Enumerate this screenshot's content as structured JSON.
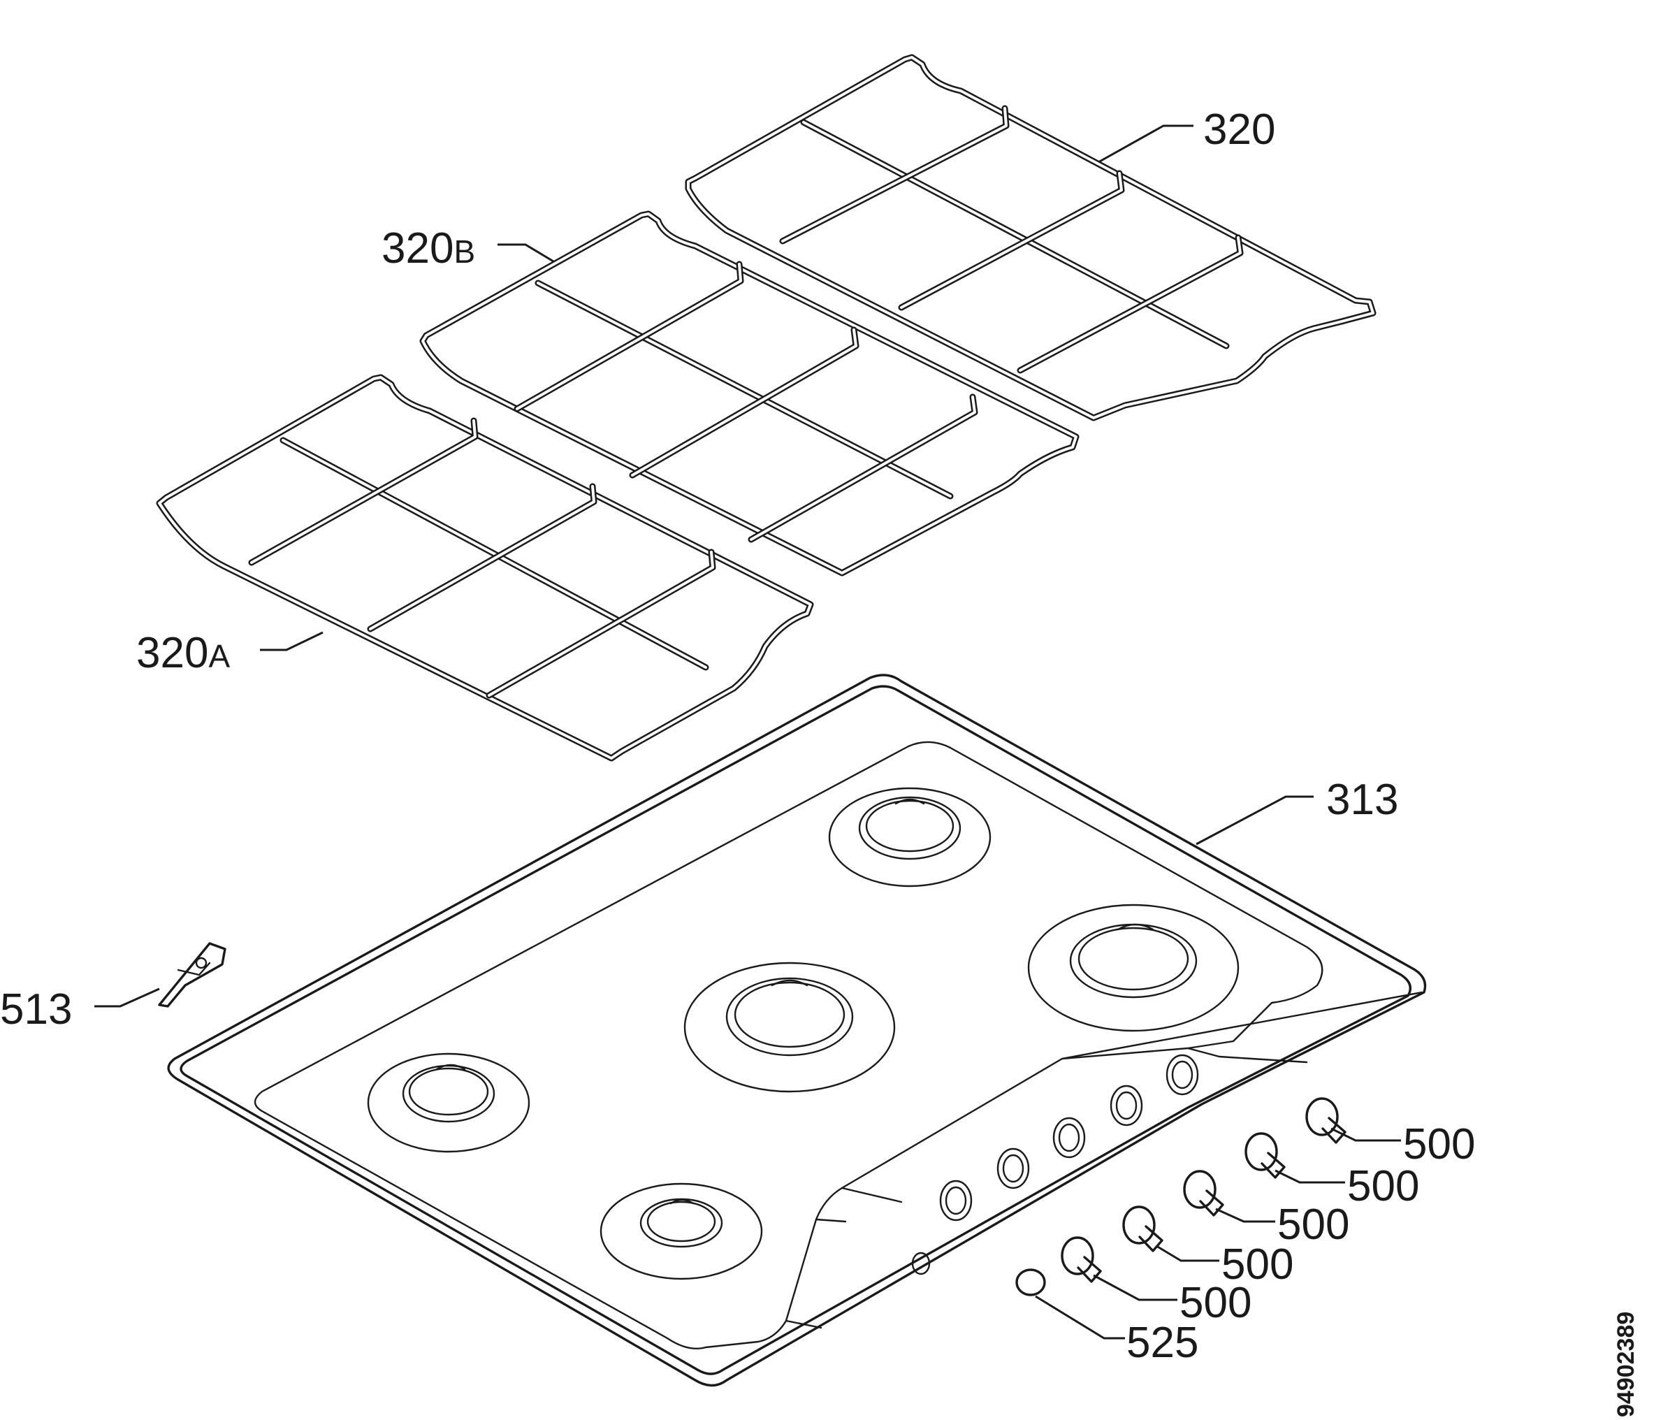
{
  "labels": {
    "grid_320": "320",
    "grid_320b": "320",
    "grid_320b_suffix": "B",
    "grid_320a": "320",
    "grid_320a_suffix": "A",
    "hob_top": "313",
    "clip": "513",
    "knob_1": "500",
    "knob_2": "500",
    "knob_3": "500",
    "knob_4": "500",
    "knob_5": "500",
    "button": "525"
  },
  "drawing_number": "94902389"
}
